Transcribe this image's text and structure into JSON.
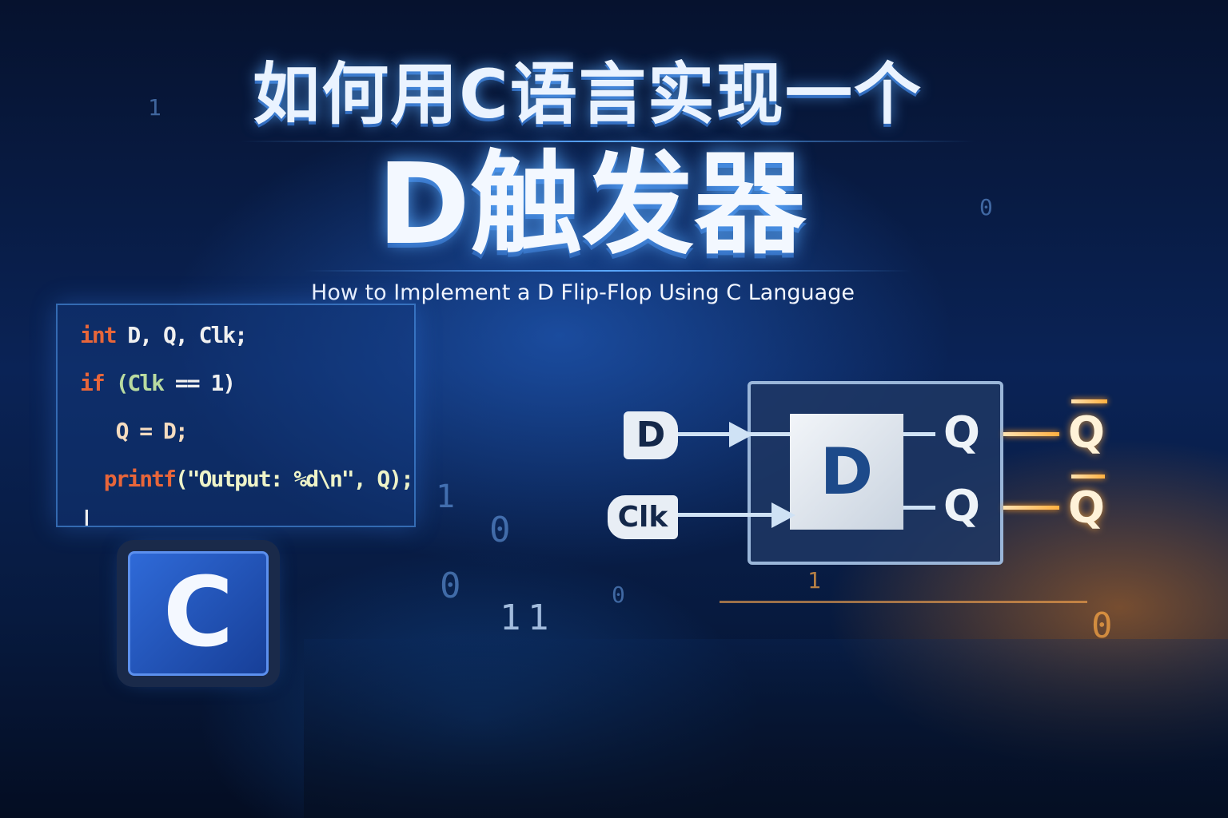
{
  "title": {
    "line1": "如何用C语言实现一个",
    "line2": "D触发器",
    "subtitle": "How to Implement a D Flip-Flop Using C Language"
  },
  "code": {
    "line1_kw": "int",
    "line1_rest": " D, Q, Clk;",
    "line2_kw": "if",
    "line2_cond": " (Clk",
    "line2_rest": " == 1)",
    "line3": "   Q = D;",
    "line4_fn": "  printf",
    "line4_rest": "(\"Output: %d\\n\", Q);",
    "cursor": "|"
  },
  "chip": {
    "label": "C"
  },
  "diagram": {
    "input_d": "D",
    "input_clk": "Clk",
    "block": "D",
    "out_q": "Q",
    "out_qbar": "Q",
    "ext_q": "Q",
    "ext_qbar": "Q"
  },
  "decor": {
    "bits": [
      "1",
      "0",
      "0",
      "1",
      "1",
      "0",
      "1",
      "0",
      "1",
      "0"
    ]
  },
  "colors": {
    "keyword": "#e8663a",
    "accent": "#5aa8ff",
    "glow": "#ff9a20"
  }
}
